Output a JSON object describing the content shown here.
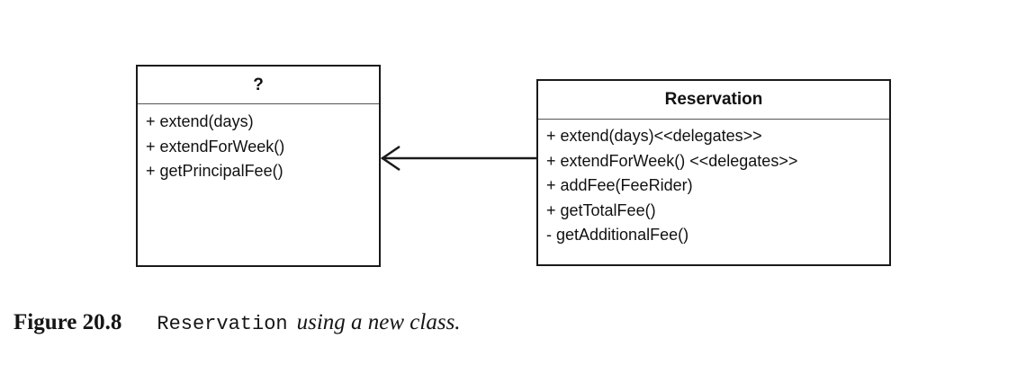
{
  "diagram": {
    "classes": [
      {
        "name": "?",
        "members": [
          "+ extend(days)",
          "+ extendForWeek()",
          "+ getPrincipalFee()"
        ]
      },
      {
        "name": "Reservation",
        "members": [
          "+ extend(days)<<delegates>>",
          "+ extendForWeek() <<delegates>>",
          "+ addFee(FeeRider)",
          "+ getTotalFee()",
          "- getAdditionalFee()"
        ]
      }
    ],
    "relationships": [
      {
        "from": "Reservation",
        "to": "?",
        "type": "association",
        "arrow": "open"
      }
    ]
  },
  "caption": {
    "label": "Figure 20.8",
    "code": "Reservation",
    "text": "using a new class."
  }
}
